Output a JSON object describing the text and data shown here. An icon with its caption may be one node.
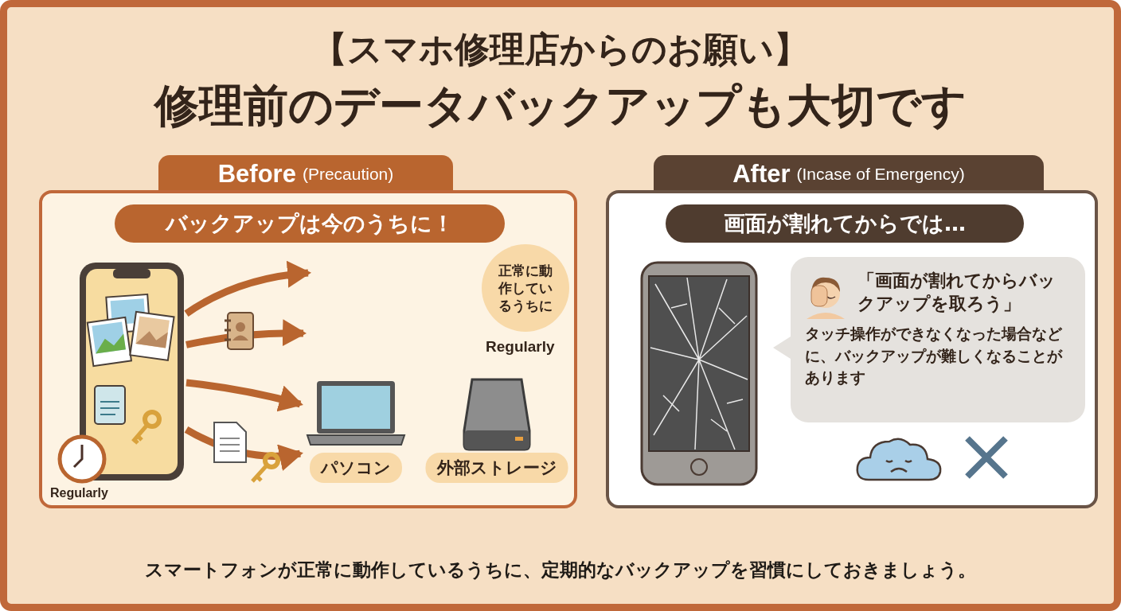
{
  "diagram": {
    "title": "【スマホ修理店からのお願い】",
    "caption": "スマートフォンが正常に動作しているうちに、定期的なバックアップを習慣にしておきましょう。",
    "nodes": [
      {
        "text": [
          "Before",
          "(Precaution)",
          "バックアップは今のうちに！"
        ]
      },
      {
        "text": [],
        "shape": "picture",
        "in": 0
      },
      {
        "text": [
          "パソコン"
        ],
        "in": 0
      },
      {
        "text": [
          "外部ストレージ"
        ],
        "in": 0
      },
      {
        "text": [
          "正常に動作しているうちに"
        ],
        "in": 0,
        "beside": [
          "Regularly"
        ]
      },
      {
        "text": [
          "After",
          "(Incase of Emergency)",
          "画面が割れてからでは…"
        ]
      },
      {
        "text": [],
        "shape": "picture",
        "in": 5
      },
      {
        "text": [
          "「画面が割れてからバックアップを取ろう」",
          "タッチ操作ができなくなった場合などに、バックアップが難しくなることがあります"
        ],
        "in": 5
      }
    ],
    "edges": [
      {
        "from": 1,
        "to": null,
        "arrow": "to"
      },
      {
        "from": 1,
        "to": null,
        "arrow": "to"
      },
      {
        "from": 1,
        "to": 2,
        "arrow": "to"
      },
      {
        "from": 1,
        "to": 2,
        "arrow": "to"
      }
    ],
    "labels": [
      "修理前のデータバックアップも大切です",
      "Regularly"
    ]
  }
}
